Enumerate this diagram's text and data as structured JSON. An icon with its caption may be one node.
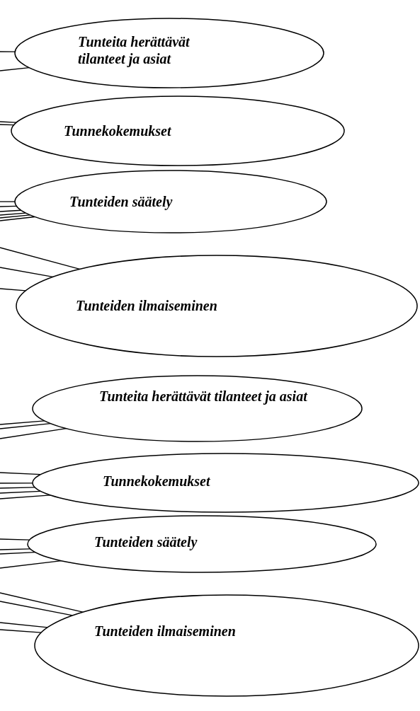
{
  "diagram": {
    "nodes": [
      {
        "text": [
          "Tunteita herättävät tilanteet ja asiat"
        ]
      },
      {
        "text": [
          "Tunnekokemukset"
        ]
      },
      {
        "text": [
          "Tunteiden säätely"
        ]
      },
      {
        "text": [
          "Tunteiden ilmaiseminen"
        ]
      },
      {
        "text": [
          "Tunteita herättävät tilanteet ja asiat"
        ]
      },
      {
        "text": [
          "Tunnekokemukset"
        ]
      },
      {
        "text": [
          "Tunteiden säätely"
        ]
      },
      {
        "text": [
          "Tunteiden ilmaiseminen"
        ]
      }
    ],
    "edges": [
      {
        "from": null,
        "to": 0,
        "arrow": "none"
      },
      {
        "from": null,
        "to": 0,
        "arrow": "none"
      },
      {
        "from": null,
        "to": 1,
        "arrow": "none"
      },
      {
        "from": null,
        "to": 1,
        "arrow": "none"
      },
      {
        "from": null,
        "to": 2,
        "arrow": "none"
      },
      {
        "from": null,
        "to": 2,
        "arrow": "none"
      },
      {
        "from": null,
        "to": 2,
        "arrow": "none"
      },
      {
        "from": null,
        "to": 2,
        "arrow": "none"
      },
      {
        "from": null,
        "to": 2,
        "arrow": "none"
      },
      {
        "from": null,
        "to": 2,
        "arrow": "none"
      },
      {
        "from": null,
        "to": 3,
        "arrow": "none"
      },
      {
        "from": null,
        "to": 3,
        "arrow": "none"
      },
      {
        "from": null,
        "to": 3,
        "arrow": "none"
      },
      {
        "from": null,
        "to": 4,
        "arrow": "none"
      },
      {
        "from": null,
        "to": 4,
        "arrow": "none"
      },
      {
        "from": null,
        "to": 4,
        "arrow": "none"
      },
      {
        "from": null,
        "to": 5,
        "arrow": "none"
      },
      {
        "from": null,
        "to": 5,
        "arrow": "none"
      },
      {
        "from": null,
        "to": 5,
        "arrow": "none"
      },
      {
        "from": null,
        "to": 5,
        "arrow": "none"
      },
      {
        "from": null,
        "to": 5,
        "arrow": "none"
      },
      {
        "from": null,
        "to": 6,
        "arrow": "none"
      },
      {
        "from": null,
        "to": 6,
        "arrow": "none"
      },
      {
        "from": null,
        "to": 6,
        "arrow": "none"
      },
      {
        "from": null,
        "to": 6,
        "arrow": "none"
      },
      {
        "from": null,
        "to": 7,
        "arrow": "none"
      },
      {
        "from": null,
        "to": 7,
        "arrow": "none"
      },
      {
        "from": null,
        "to": 7,
        "arrow": "none"
      },
      {
        "from": null,
        "to": 7,
        "arrow": "none"
      }
    ]
  }
}
